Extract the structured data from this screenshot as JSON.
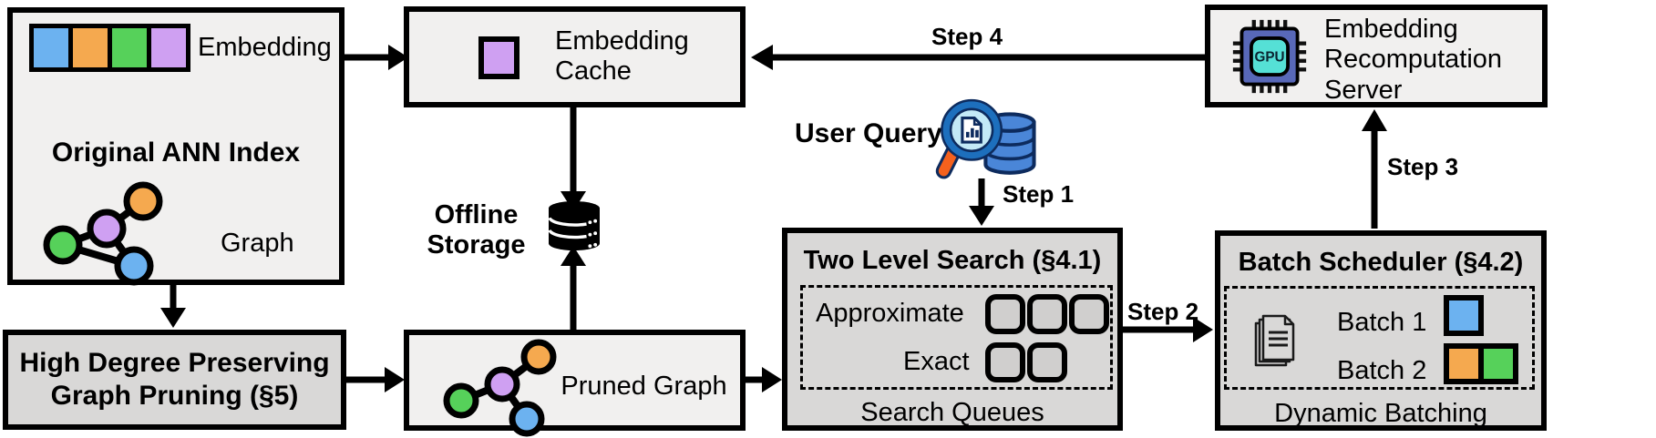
{
  "colors": {
    "blue": "#6cb2f0",
    "orange": "#f5a94f",
    "green": "#56d15a",
    "purple": "#cfa0f2",
    "box_light": "#f1f0ef",
    "box_dark": "#d9d8d7",
    "queue_fill": "#d0cfce",
    "line": "#000000",
    "gpu_body": "#5868b8",
    "gpu_screen": "#55e0d6",
    "db_blue": "#4a86d8",
    "db_navy": "#0d2b5e",
    "lens_fill": "#c3e9f6",
    "lens_rim": "#1d6fbd",
    "handle_orange": "#f4611d"
  },
  "original_index": {
    "title": "Original ANN Index",
    "embedding_label": "Embedding",
    "graph_label": "Graph",
    "embedding_swatches": [
      "blue",
      "orange",
      "green",
      "purple"
    ]
  },
  "embedding_cache": {
    "label": "Embedding Cache",
    "swatches": [
      "purple"
    ]
  },
  "offline_storage": {
    "label": "Offline Storage"
  },
  "user_query": {
    "label": "User Query"
  },
  "recomputation_server": {
    "label": "Embedding Recomputation Server",
    "gpu_text": "GPU"
  },
  "graph_pruning": {
    "title": "High Degree Preserving Graph Pruning (§5)"
  },
  "pruned_graph": {
    "label": "Pruned Graph"
  },
  "two_level_search": {
    "title": "Two Level Search (§4.1)",
    "rows": {
      "approximate": {
        "label": "Approximate",
        "count": 3
      },
      "exact": {
        "label": "Exact",
        "count": 2
      }
    },
    "footer": "Search Queues"
  },
  "batch_scheduler": {
    "title": "Batch Scheduler (§4.2)",
    "batch1": {
      "label": "Batch 1",
      "swatches": [
        "blue"
      ]
    },
    "batch2": {
      "label": "Batch 2",
      "swatches": [
        "orange",
        "green"
      ]
    },
    "footer": "Dynamic Batching"
  },
  "steps": {
    "s1": "Step 1",
    "s2": "Step 2",
    "s3": "Step 3",
    "s4": "Step 4"
  }
}
